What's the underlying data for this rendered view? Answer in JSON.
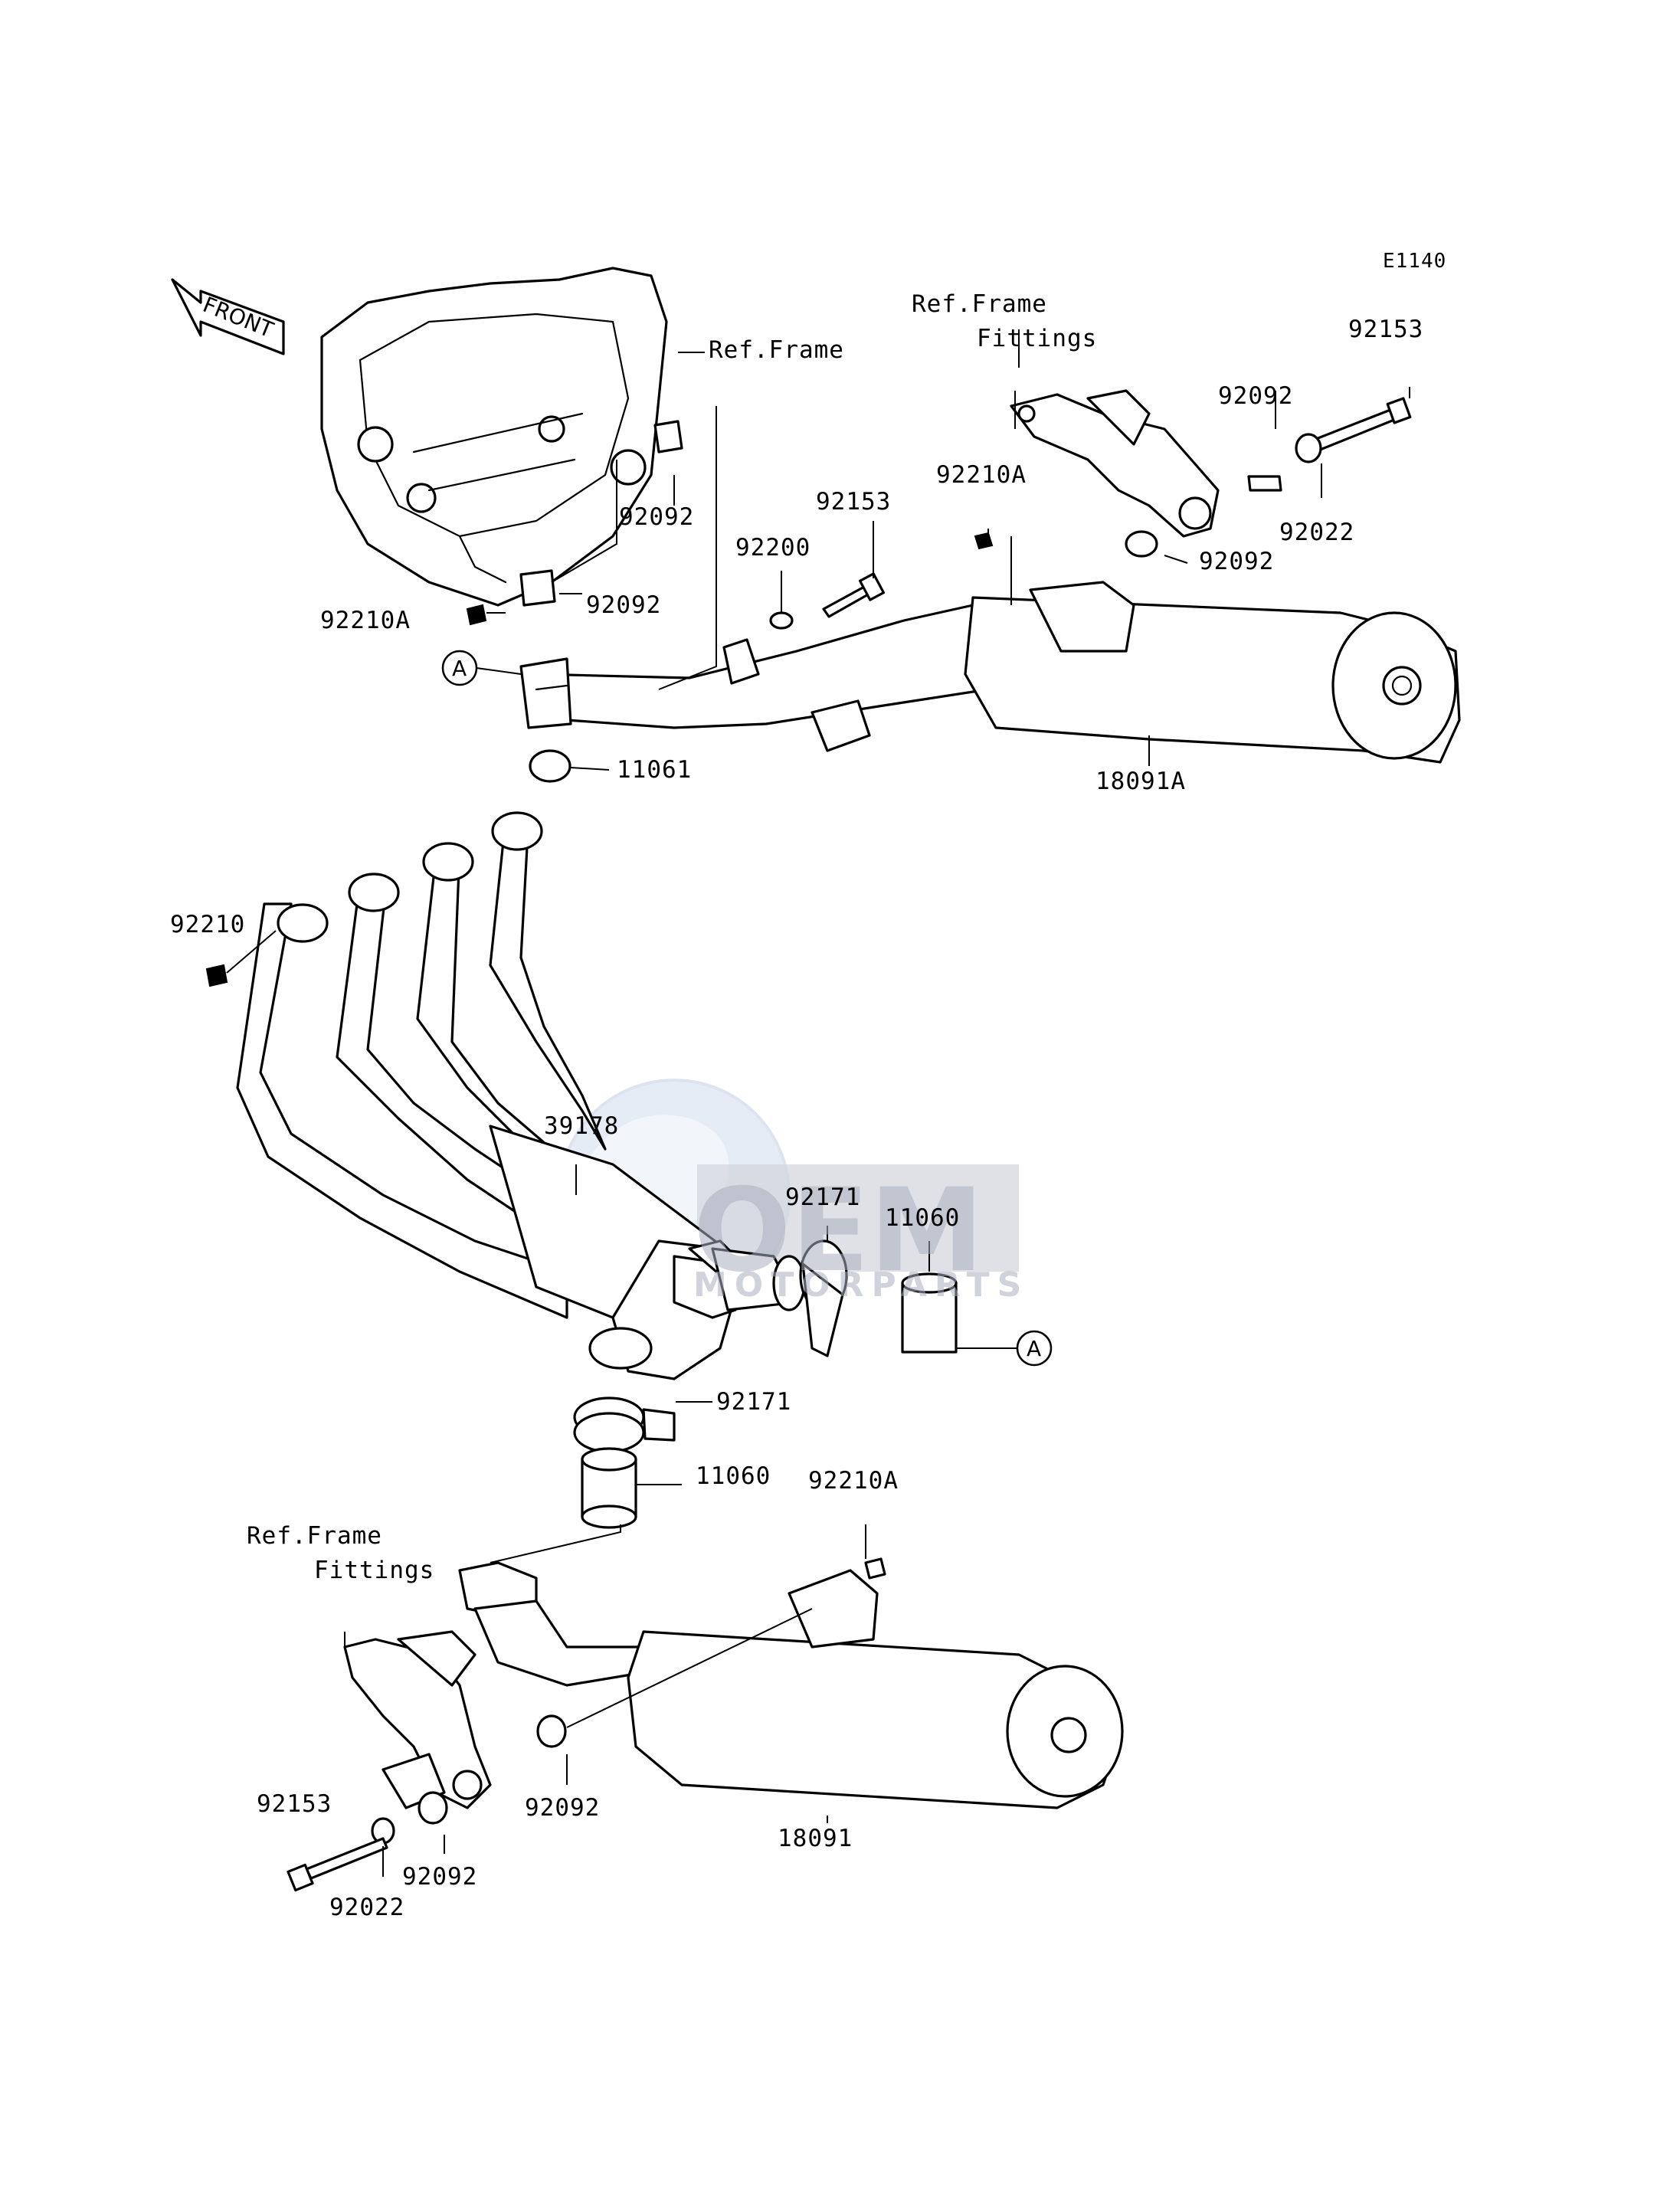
{
  "diagram": {
    "code": "E1140",
    "front_label": "FRONT",
    "ref_markers": [
      "A",
      "A"
    ],
    "watermark": {
      "brand": "OEM",
      "sub": "MOTORPARTS"
    },
    "labels": [
      {
        "id": "ref-frame-top",
        "text": "Ref.Frame"
      },
      {
        "id": "ref-frame-fittings-top-1",
        "text": "Ref.Frame"
      },
      {
        "id": "ref-frame-fittings-top-2",
        "text": "Fittings"
      },
      {
        "id": "ref-frame-fittings-bot-1",
        "text": "Ref.Frame"
      },
      {
        "id": "ref-frame-fittings-bot-2",
        "text": "Fittings"
      },
      {
        "id": "p92153-top",
        "text": "92153"
      },
      {
        "id": "p92092-top-r",
        "text": "92092"
      },
      {
        "id": "p92022-top",
        "text": "92022"
      },
      {
        "id": "p92092-top-r2",
        "text": "92092"
      },
      {
        "id": "p92210A-top-r",
        "text": "92210A"
      },
      {
        "id": "p92153-mid",
        "text": "92153"
      },
      {
        "id": "p92200",
        "text": "92200"
      },
      {
        "id": "p92092-frame1",
        "text": "92092"
      },
      {
        "id": "p92092-frame2",
        "text": "92092"
      },
      {
        "id": "p92210A-frame",
        "text": "92210A"
      },
      {
        "id": "p18091A",
        "text": "18091A"
      },
      {
        "id": "p11061",
        "text": "11061"
      },
      {
        "id": "p92210",
        "text": "92210"
      },
      {
        "id": "p39178",
        "text": "39178"
      },
      {
        "id": "p92171-r",
        "text": "92171"
      },
      {
        "id": "p11060-r",
        "text": "11060"
      },
      {
        "id": "p92171-c",
        "text": "92171"
      },
      {
        "id": "p11060-c",
        "text": "11060"
      },
      {
        "id": "p92210A-bot",
        "text": "92210A"
      },
      {
        "id": "p92092-bot-c",
        "text": "92092"
      },
      {
        "id": "p18091",
        "text": "18091"
      },
      {
        "id": "p92153-bot",
        "text": "92153"
      },
      {
        "id": "p92092-bot-l",
        "text": "92092"
      },
      {
        "id": "p92022-bot",
        "text": "92022"
      }
    ]
  }
}
